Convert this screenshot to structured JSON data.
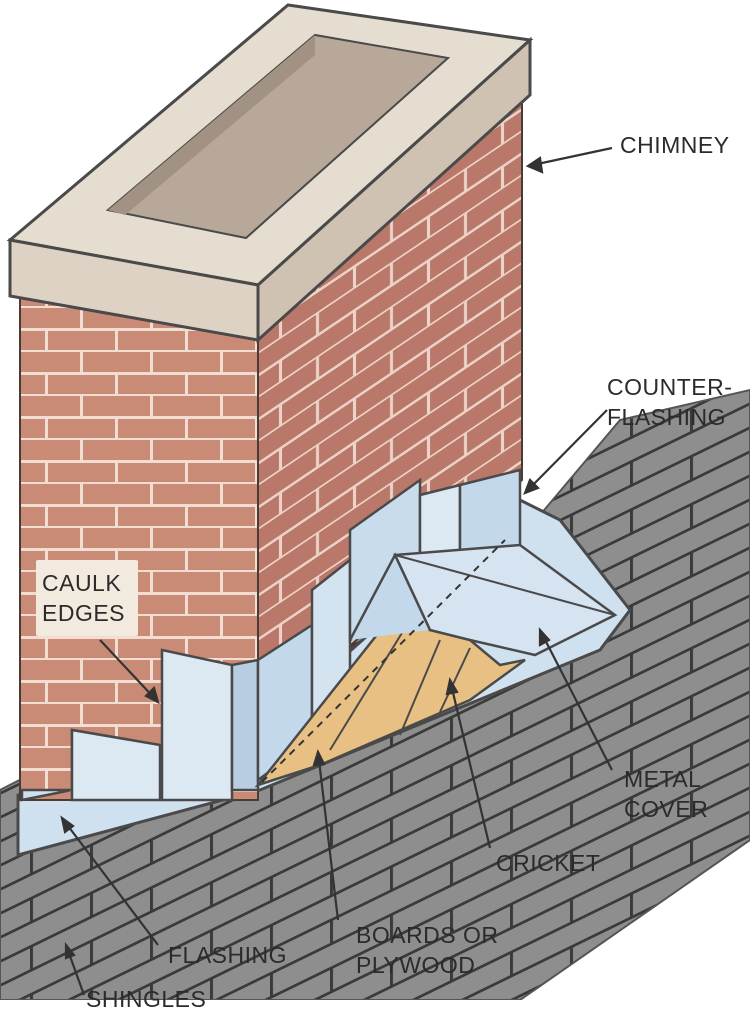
{
  "labels": {
    "chimney": "CHIMNEY",
    "counterflashing_1": "COUNTER-",
    "counterflashing_2": "FLASHING",
    "caulk_1": "CAULK",
    "caulk_2": "EDGES",
    "metal_cover_1": "METAL",
    "metal_cover_2": "COVER",
    "cricket": "CRICKET",
    "boards_1": "BOARDS OR",
    "boards_2": "PLYWOOD",
    "flashing": "FLASHING",
    "shingles": "SHINGLES"
  },
  "colors": {
    "brick": "#c98b76",
    "mortar": "#f2ddd2",
    "cap": "#e6ddd1",
    "flue": "#b7a89a",
    "metal": "#cfe0ef",
    "metal_dark": "#8fb3d4",
    "wood": "#e9c084",
    "roof": "#8e8e8e",
    "shingle_line": "#3a3a3a"
  }
}
